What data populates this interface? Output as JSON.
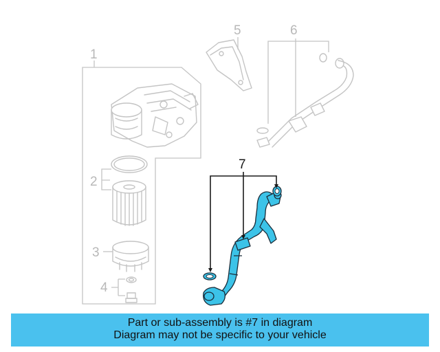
{
  "callouts": {
    "c1": "1",
    "c2": "2",
    "c3": "3",
    "c4": "4",
    "c5": "5",
    "c6": "6",
    "c7": "7"
  },
  "banner": {
    "line1": "Part or sub-assembly is #7 in diagram",
    "line2": "Diagram may not be specific to your vehicle",
    "color": "#4ac1ee"
  },
  "highlight_color": "#3cc3e8"
}
